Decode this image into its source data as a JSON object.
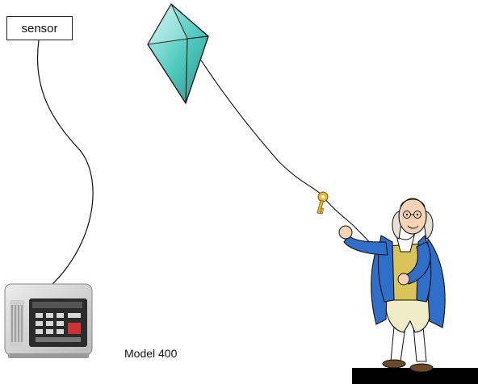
{
  "labels": {
    "sensor": "sensor",
    "model": "Model 400"
  },
  "colors": {
    "kite": "#4fc9bd",
    "coat": "#2f6fc9",
    "vest": "#d9c45a",
    "breeches": "#f1ecc8",
    "ground": "#000000"
  },
  "icons": {
    "kite": "kite-icon",
    "key": "key-icon",
    "controller": "controller-device-icon",
    "figure": "kite-flyer-figure"
  }
}
